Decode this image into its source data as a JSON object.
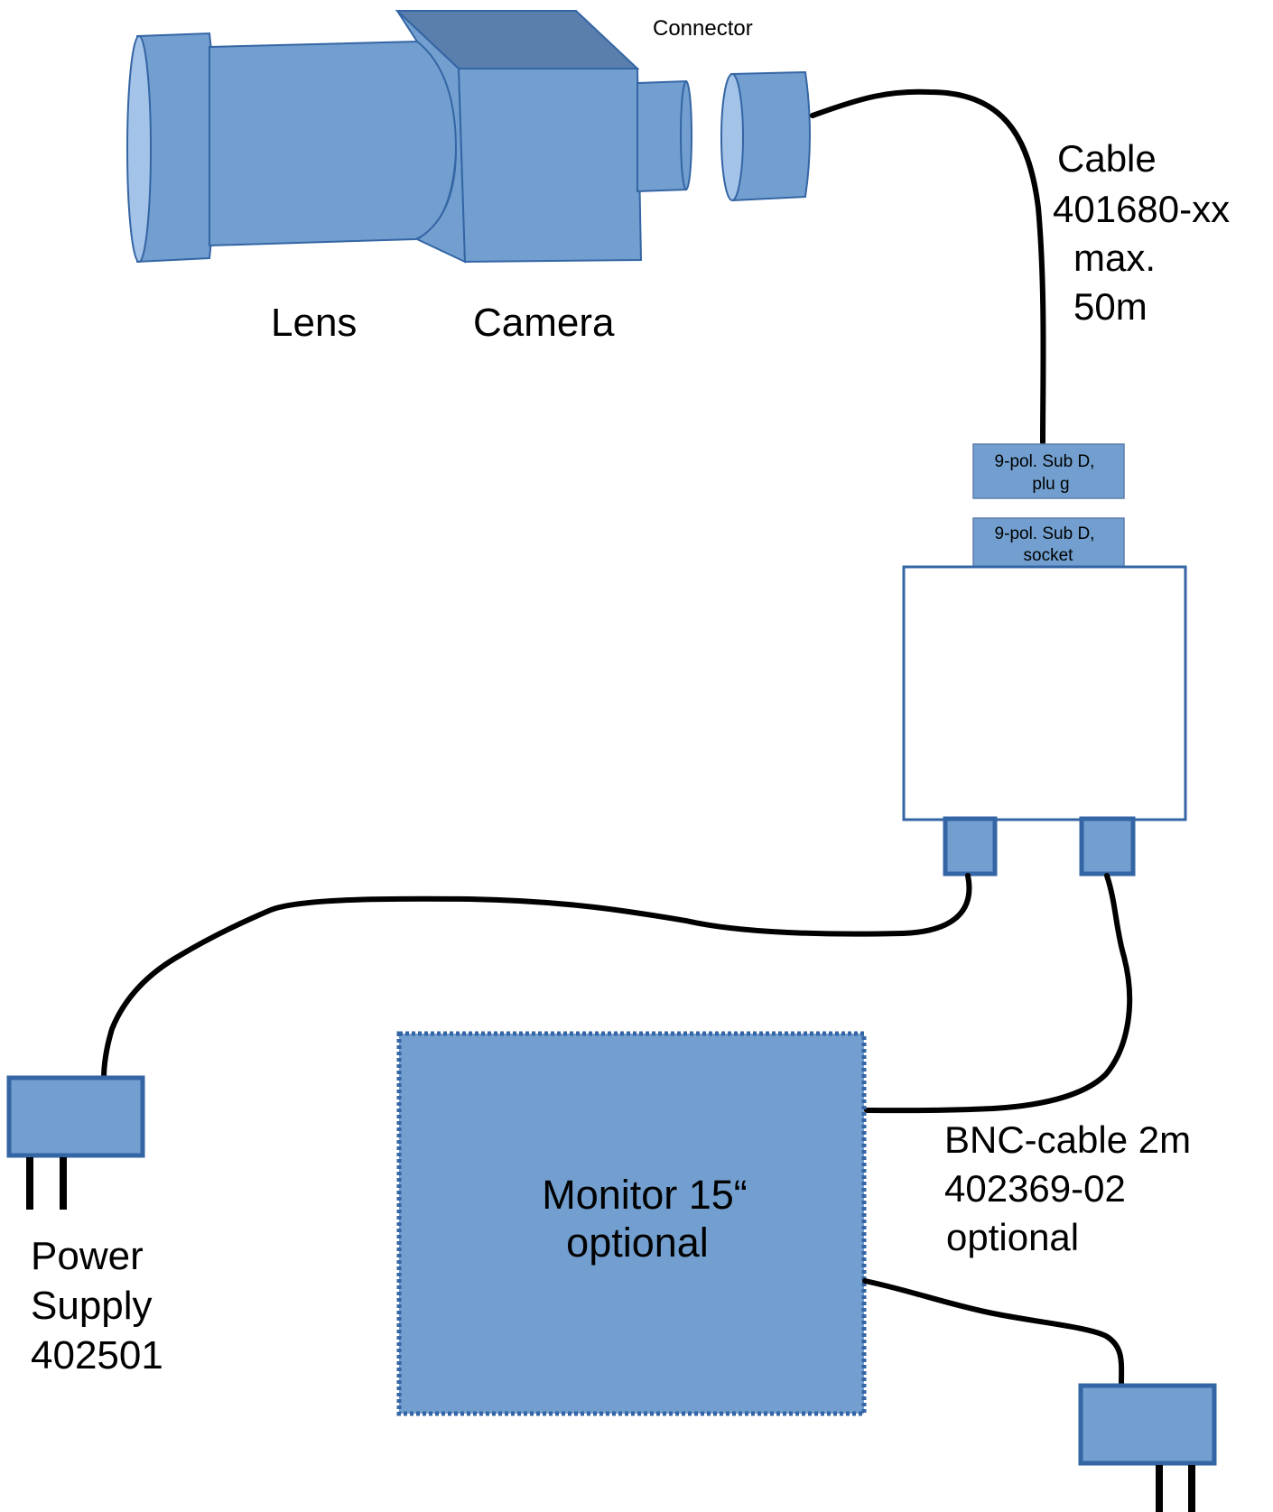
{
  "colors": {
    "body_fill": "#729fcf",
    "body_edge": "#3465a4",
    "top_face": "#5b7fac",
    "lens_face": "#a4c3e8",
    "cable": "#000000"
  },
  "labels": {
    "connector": "Connector",
    "lens": "Lens",
    "camera": "Camera",
    "cable": [
      "Cable",
      "401680-xx",
      "max.",
      "50m"
    ],
    "plug": [
      "9-pol. Sub D,",
      "plu g"
    ],
    "socket": [
      "9-pol. Sub D,",
      "socket"
    ],
    "monitor": [
      "Monitor 15“",
      "optional"
    ],
    "bnc": [
      "BNC-cable 2m",
      "402369-02",
      "optional"
    ],
    "power_supply": [
      "Power",
      "Supply",
      "402501"
    ]
  }
}
